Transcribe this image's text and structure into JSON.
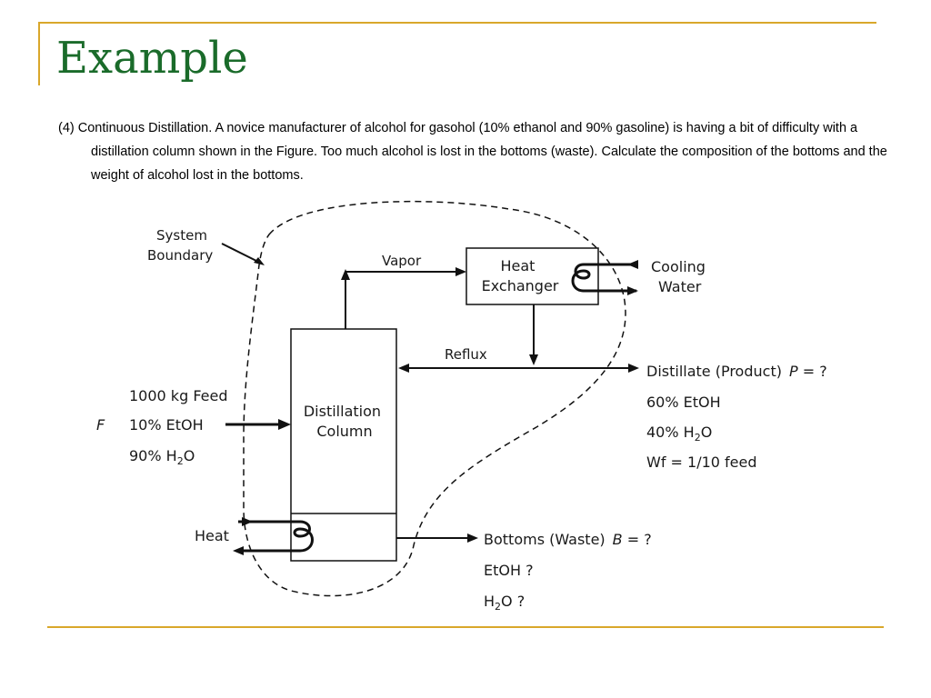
{
  "slide": {
    "title": "Example",
    "problem": "(4) Continuous Distillation. A novice manufacturer of alcohol for gasohol (10% ethanol and 90% gasoline) is having a bit of difficulty with a distillation column shown in the Figure. Too much alcohol is lost in the bottoms (waste). Calculate the composition of the bottoms and the weight of alcohol lost in the bottoms."
  },
  "diagram": {
    "system_boundary": [
      "System",
      "Boundary"
    ],
    "vapor": "Vapor",
    "heat_exchanger": [
      "Heat",
      "Exchanger"
    ],
    "cooling_water": [
      "Cooling",
      "Water"
    ],
    "reflux": "Reflux",
    "column": [
      "Distillation",
      "Column"
    ],
    "feed": {
      "symbol": "F",
      "amount": "1000 kg Feed",
      "etoh": "10% EtOH",
      "h2o_pct": "90% H",
      "h2o_sub": "2",
      "h2o_tail": "O"
    },
    "distillate": {
      "label": "Distillate (Product)",
      "symbol": "P",
      "eq": " = ?",
      "etoh": "60% EtOH",
      "h2o_pct": "40% H",
      "h2o_sub": "2",
      "h2o_tail": "O",
      "wf": "Wf = 1/10 feed"
    },
    "heat": "Heat",
    "bottoms": {
      "label": "Bottoms (Waste)",
      "symbol": "B",
      "eq": " = ?",
      "etoh": "EtOH ?",
      "h2o_h": "H",
      "h2o_sub": "2",
      "h2o_tail": "O ?"
    }
  }
}
